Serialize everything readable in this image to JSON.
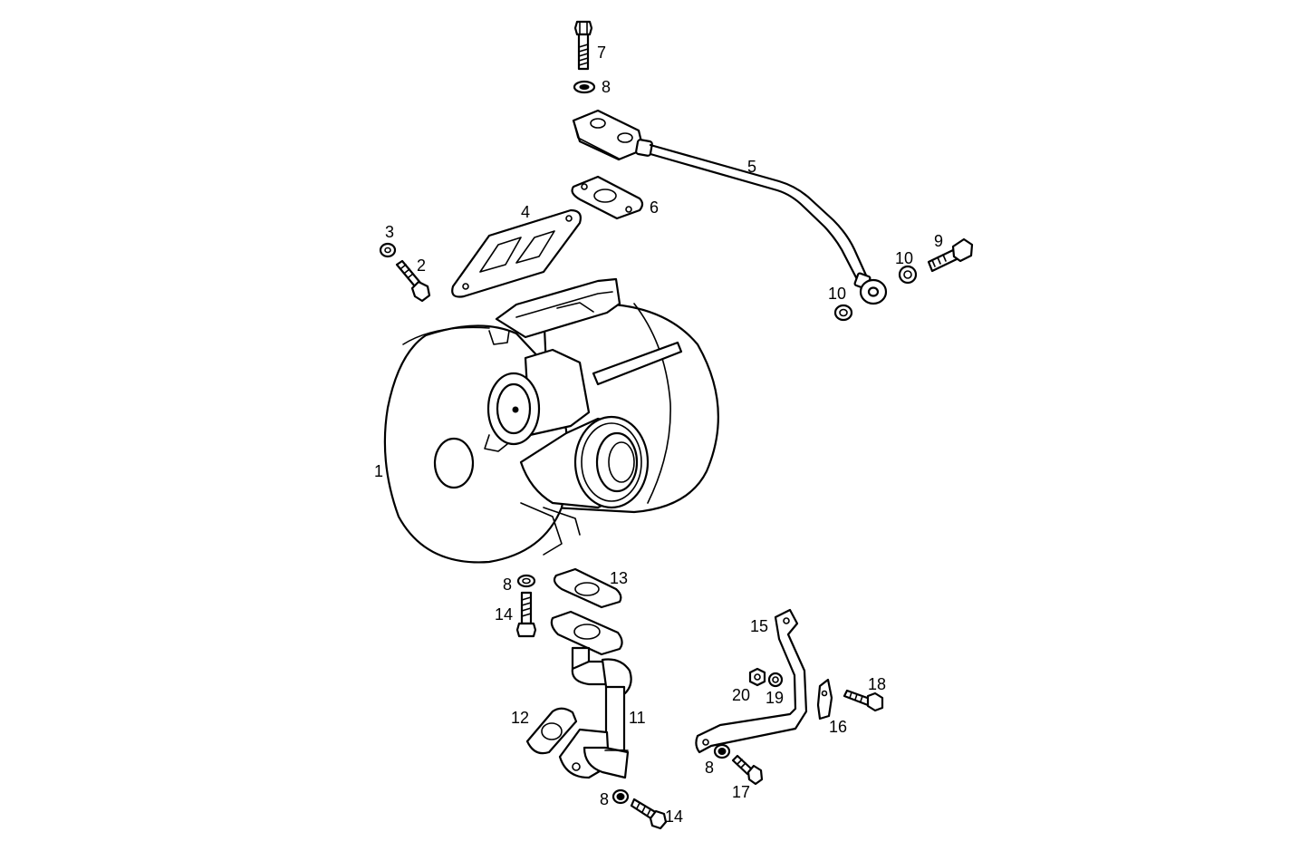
{
  "labels": {
    "p1": "1",
    "p2": "2",
    "p3": "3",
    "p4": "4",
    "p5": "5",
    "p6": "6",
    "p7": "7",
    "p8a": "8",
    "p9": "9",
    "p10a": "10",
    "p10b": "10",
    "p8b": "8",
    "p13": "13",
    "p14a": "14",
    "p15": "15",
    "p20": "20",
    "p19": "19",
    "p18": "18",
    "p12": "12",
    "p11": "11",
    "p16": "16",
    "p8c": "8",
    "p17": "17",
    "p8d": "8",
    "p14b": "14"
  }
}
